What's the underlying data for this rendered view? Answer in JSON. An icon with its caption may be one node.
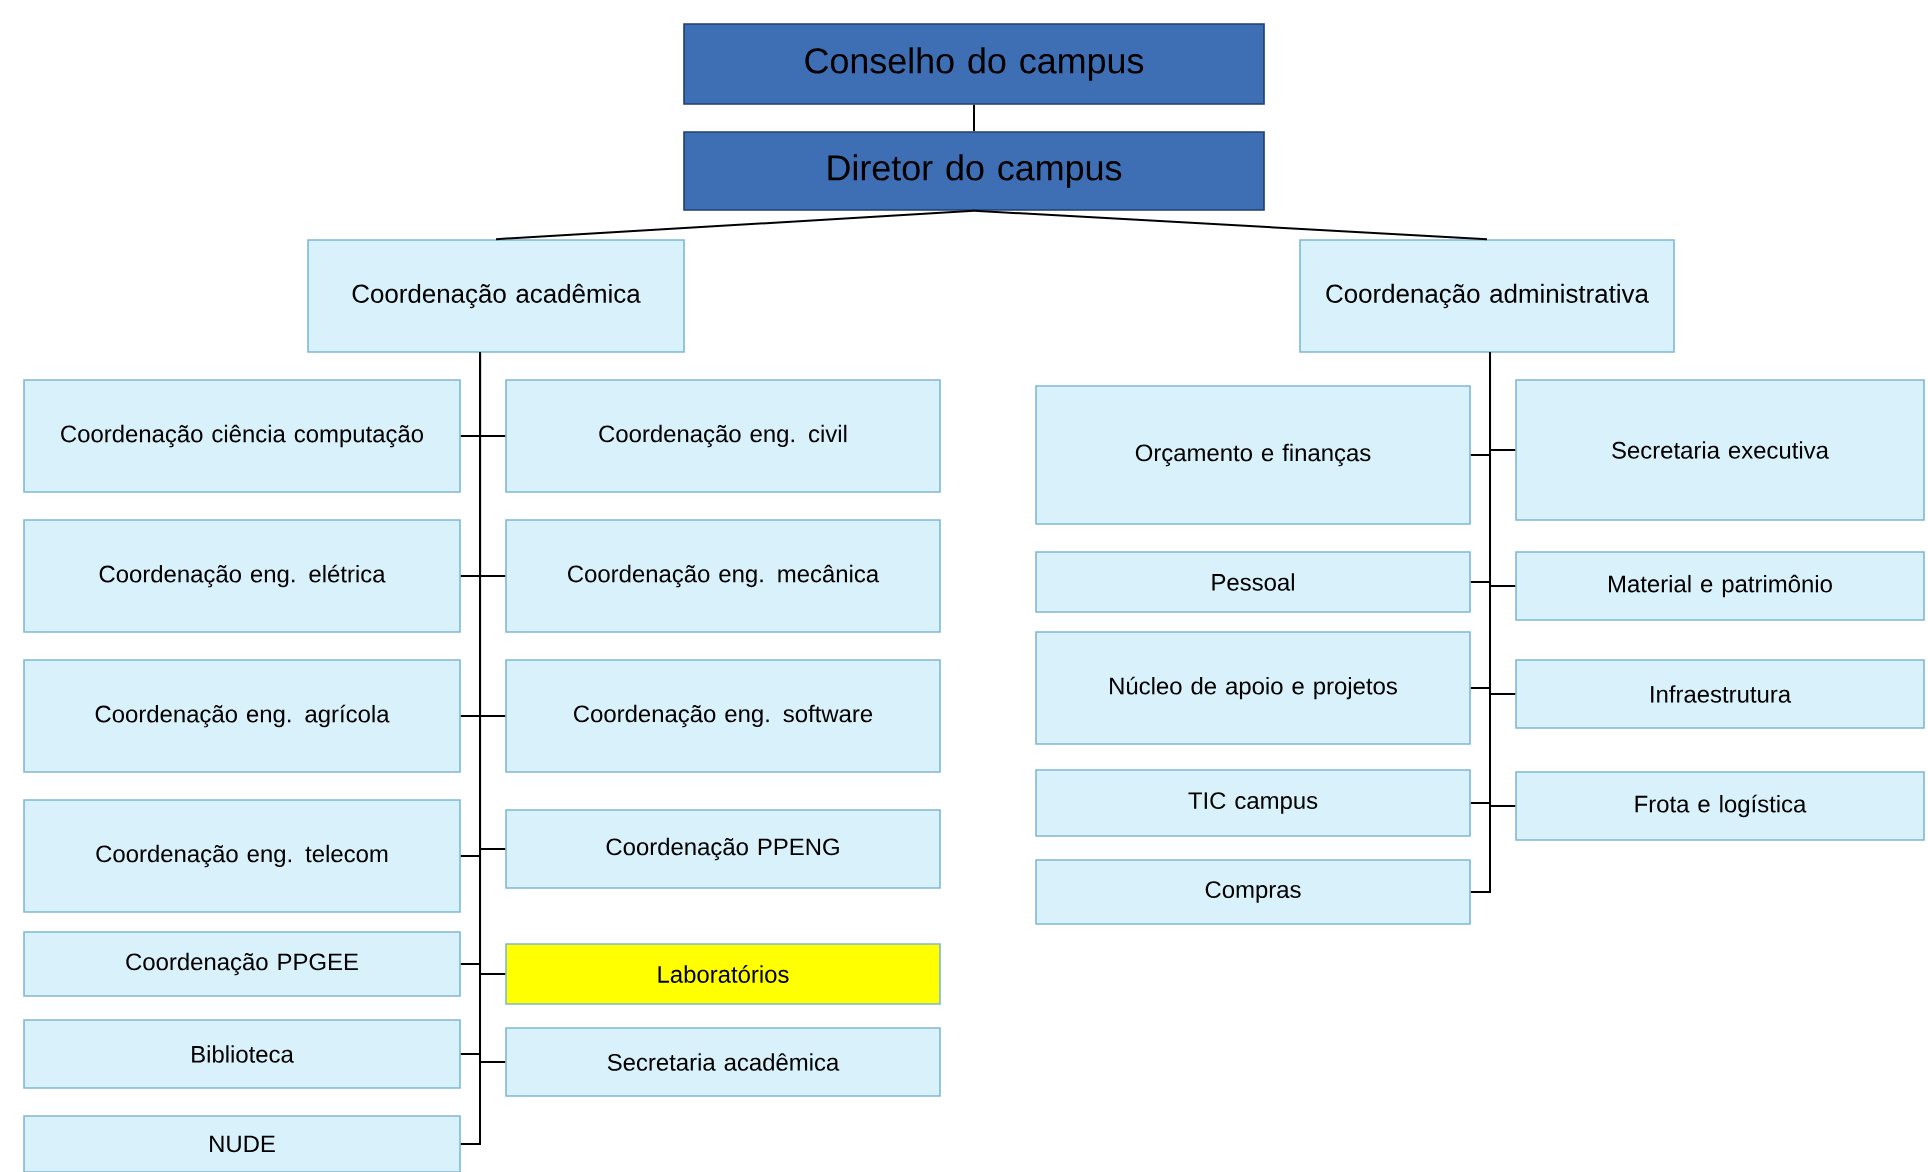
{
  "diagram": {
    "nodes": [
      {
        "text": [
          "Conselho do campus"
        ]
      },
      {
        "text": [
          "Diretor do campus"
        ]
      },
      {
        "text": [
          "Coordenação acadêmica"
        ]
      },
      {
        "text": [
          "Coordenação administrativa"
        ]
      },
      {
        "text": [
          "Coordenação ciência computação"
        ]
      },
      {
        "text": [
          "Coordenação eng. civil"
        ]
      },
      {
        "text": [
          "Coordenação eng. elétrica"
        ]
      },
      {
        "text": [
          "Coordenação eng. mecânica"
        ]
      },
      {
        "text": [
          "Coordenação eng. agrícola"
        ]
      },
      {
        "text": [
          "Coordenação eng. software"
        ]
      },
      {
        "text": [
          "Coordenação eng. telecom"
        ]
      },
      {
        "text": [
          "Coordenação PPENG"
        ]
      },
      {
        "text": [
          "Coordenação PPGEE"
        ]
      },
      {
        "text": [
          "Laboratórios"
        ]
      },
      {
        "text": [
          "Biblioteca"
        ]
      },
      {
        "text": [
          "Secretaria acadêmica"
        ]
      },
      {
        "text": [
          "NUDE"
        ]
      },
      {
        "text": [
          "Orçamento e finanças"
        ]
      },
      {
        "text": [
          "Secretaria executiva"
        ]
      },
      {
        "text": [
          "Pessoal"
        ]
      },
      {
        "text": [
          "Material e patrimônio"
        ]
      },
      {
        "text": [
          "Núcleo de apoio e projetos"
        ]
      },
      {
        "text": [
          "Infraestrutura"
        ]
      },
      {
        "text": [
          "TIC campus"
        ]
      },
      {
        "text": [
          "Frota e logística"
        ]
      },
      {
        "text": [
          "Compras"
        ]
      }
    ],
    "edges": [
      {
        "from": 0,
        "to": 1,
        "arrow": "none"
      },
      {
        "from": 1,
        "to": 2,
        "arrow": "none"
      },
      {
        "from": 1,
        "to": 3,
        "arrow": "none"
      },
      {
        "from": 2,
        "to": 4,
        "arrow": "none"
      },
      {
        "from": 2,
        "to": 5,
        "arrow": "none"
      },
      {
        "from": 2,
        "to": 6,
        "arrow": "none"
      },
      {
        "from": 2,
        "to": 7,
        "arrow": "none"
      },
      {
        "from": 2,
        "to": 8,
        "arrow": "none"
      },
      {
        "from": 2,
        "to": 9,
        "arrow": "none"
      },
      {
        "from": 2,
        "to": 10,
        "arrow": "none"
      },
      {
        "from": 2,
        "to": 11,
        "arrow": "none"
      },
      {
        "from": 2,
        "to": 12,
        "arrow": "none"
      },
      {
        "from": 2,
        "to": 13,
        "arrow": "none"
      },
      {
        "from": 2,
        "to": 14,
        "arrow": "none"
      },
      {
        "from": 2,
        "to": 15,
        "arrow": "none"
      },
      {
        "from": 2,
        "to": 16,
        "arrow": "none"
      },
      {
        "from": 3,
        "to": 17,
        "arrow": "none"
      },
      {
        "from": 3,
        "to": 18,
        "arrow": "none"
      },
      {
        "from": 3,
        "to": 19,
        "arrow": "none"
      },
      {
        "from": 3,
        "to": 20,
        "arrow": "none"
      },
      {
        "from": 3,
        "to": 21,
        "arrow": "none"
      },
      {
        "from": 3,
        "to": 22,
        "arrow": "none"
      },
      {
        "from": 3,
        "to": 23,
        "arrow": "none"
      },
      {
        "from": 3,
        "to": 24,
        "arrow": "none"
      },
      {
        "from": 3,
        "to": 25,
        "arrow": "none"
      }
    ]
  }
}
